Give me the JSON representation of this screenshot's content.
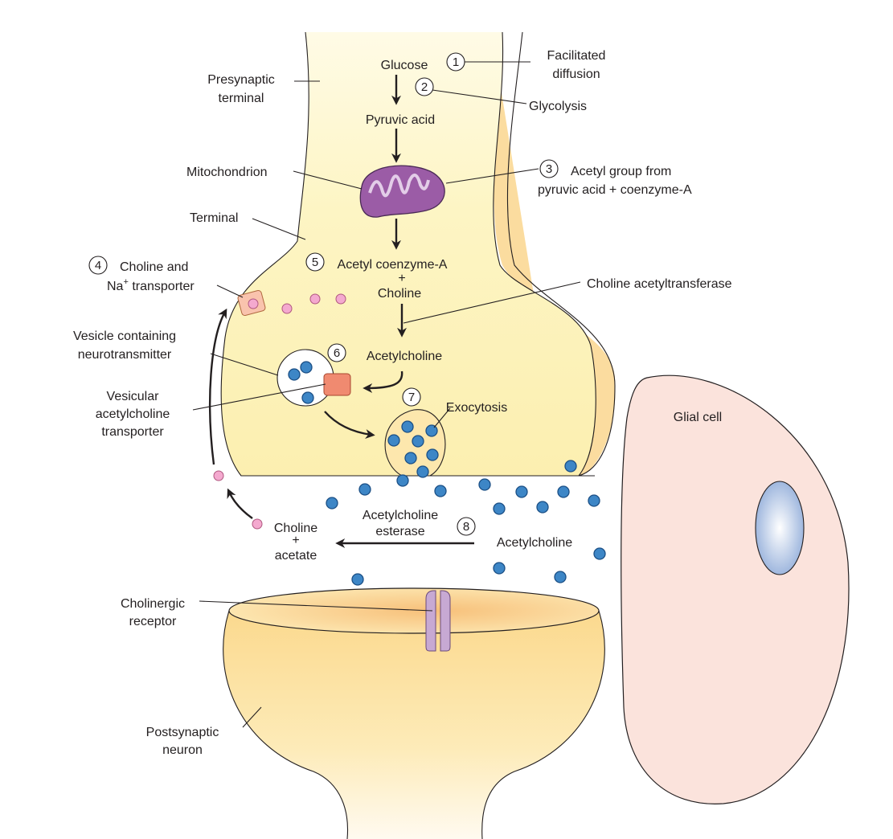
{
  "colors": {
    "presynaptic": "#fdf6c8",
    "membrane": "#fbdc9f",
    "glial": "#fbe3dc",
    "nucleus": "#b9cbe8",
    "acetylcholine": "#3d86c6",
    "choline": "#f4a9cf",
    "mitochondrion": "#9b5ca6",
    "transporter": "#f08a70",
    "receptor": "#c7a9d3"
  },
  "labels": {
    "presynaptic_terminal": [
      "Presynaptic",
      "terminal"
    ],
    "glucose": "Glucose",
    "facilitated_diffusion": [
      "Facilitated",
      "diffusion"
    ],
    "glycolysis": "Glycolysis",
    "pyruvic_acid": "Pyruvic acid",
    "mitochondrion": "Mitochondrion",
    "acetyl_group": [
      "Acetyl group from",
      "pyruvic acid + coenzyme-A"
    ],
    "terminal": "Terminal",
    "choline_na_transporter": [
      "Choline and",
      "Na",
      "+",
      " transporter"
    ],
    "acetyl_coa": "Acetyl coenzyme-A",
    "plus": "+",
    "choline": "Choline",
    "choline_acetyltransferase": "Choline acetyltransferase",
    "vesicle": [
      "Vesicle containing",
      "neurotransmitter"
    ],
    "acetylcholine": "Acetylcholine",
    "vesicular_transporter": [
      "Vesicular",
      "acetylcholine",
      "transporter"
    ],
    "exocytosis": "Exocytosis",
    "glial_cell": "Glial cell",
    "ach_esterase": [
      "Acetylcholine",
      "esterase"
    ],
    "acetylcholine_cleft": "Acetylcholine",
    "choline_acetate": [
      "Choline",
      "+",
      "acetate"
    ],
    "cholinergic_receptor": [
      "Cholinergic",
      "receptor"
    ],
    "postsynaptic_neuron": [
      "Postsynaptic",
      "neuron"
    ]
  },
  "steps": [
    "1",
    "2",
    "3",
    "4",
    "5",
    "6",
    "7",
    "8"
  ]
}
